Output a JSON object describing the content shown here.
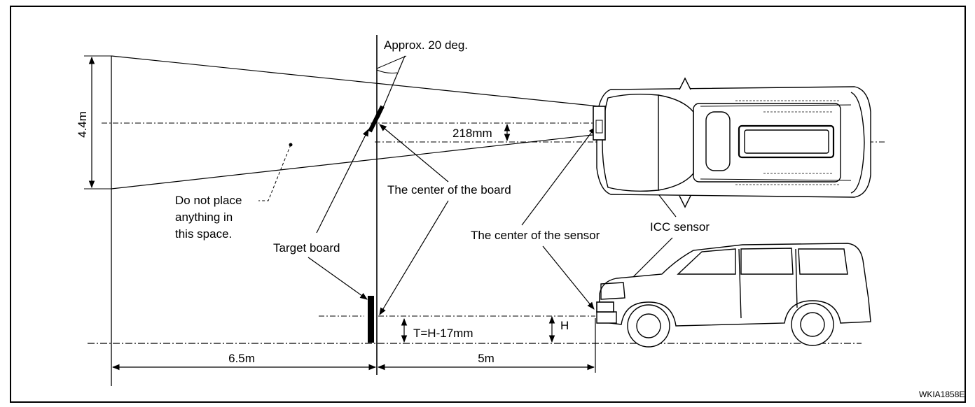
{
  "labels": {
    "angle": "Approx. 20 deg.",
    "height_4_4": "4.4m",
    "offset_218": "218mm",
    "center_board": "The center of the board",
    "do_not_place_1": "Do not place",
    "do_not_place_2": "anything in",
    "do_not_place_3": "this space.",
    "target_board": "Target board",
    "center_sensor": "The center of the sensor",
    "icc_sensor": "ICC sensor",
    "t_formula": "T=H-17mm",
    "h": "H",
    "dist_6_5": "6.5m",
    "dist_5": "5m",
    "figure_code": "WKIA1858E"
  }
}
